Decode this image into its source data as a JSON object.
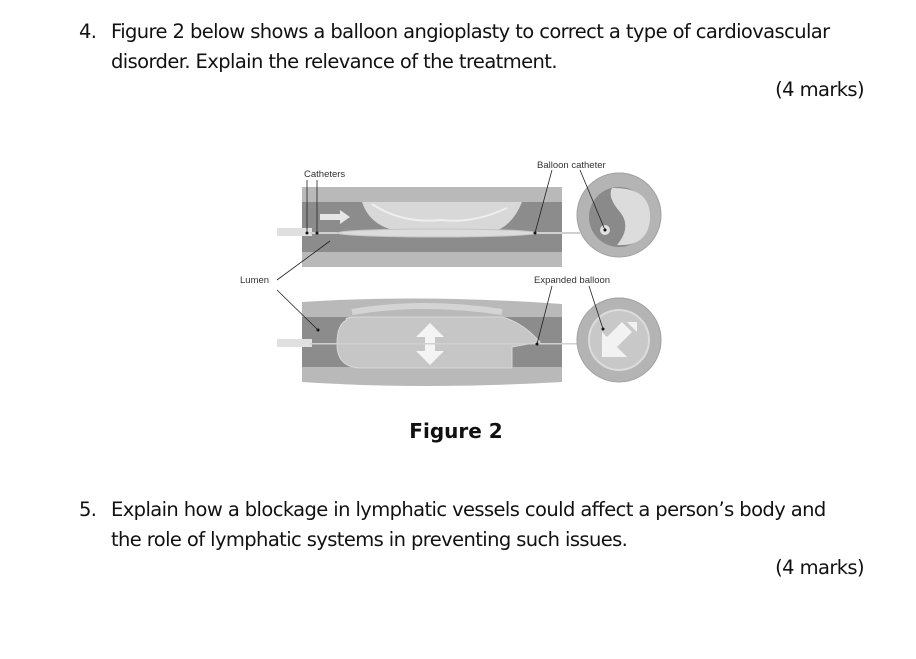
{
  "questions": [
    {
      "number": "4.",
      "lines": [
        "Figure 2 below shows a balloon angioplasty to correct a type of cardiovascular",
        "disorder. Explain the relevance of the treatment."
      ],
      "marks": "(4 marks)"
    },
    {
      "number": "5.",
      "lines": [
        "Explain how a blockage in lymphatic vessels could affect a person’s body and",
        "the role of lymphatic systems in preventing such issues."
      ],
      "marks": "(4 marks)"
    }
  ],
  "figure": {
    "caption": "Figure 2",
    "labels": {
      "catheters": "Catheters",
      "balloon_catheter": "Balloon catheter",
      "lumen": "Lumen",
      "expanded_balloon": "Expanded balloon"
    }
  }
}
